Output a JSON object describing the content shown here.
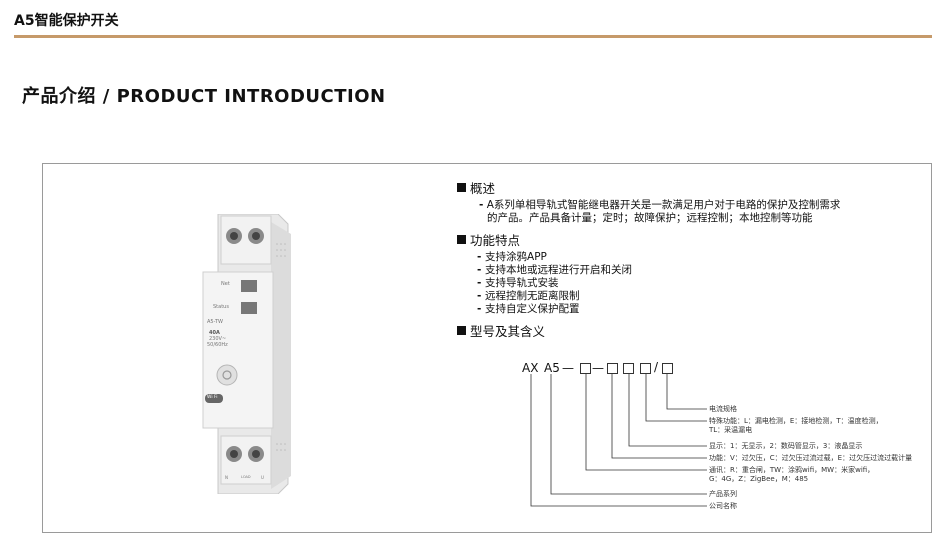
{
  "header": {
    "title": "A5智能保护开关"
  },
  "section": {
    "heading": "产品介绍 / PRODUCT INTRODUCTION"
  },
  "device": {
    "net_label": "Net",
    "status_label": "Status",
    "model_label": "A5-TW",
    "rating_current": "40A",
    "rating_voltage": "230V~",
    "rating_freq": "50/60Hz",
    "wifi_label": "Wi Fi",
    "bottom_left": "N",
    "bottom_mid": "LOAD",
    "bottom_right": "U"
  },
  "overview": {
    "title": "概述",
    "text_line1": "A系列单相导轨式智能继电器开关是一款满足用户对于电路的保护及控制需求",
    "text_line2": "的产品。产品具备计量；定时；故障保护；远程控制；本地控制等功能"
  },
  "features": {
    "title": "功能特点",
    "items": [
      "支持涂鸦APP",
      "支持本地或远程进行开启和关闭",
      "支持导轨式安装",
      "远程控制无距离限制",
      "支持自定义保护配置"
    ]
  },
  "model": {
    "title": "型号及其含义",
    "code_ax": "AX",
    "code_a5": "A5",
    "sep1": "—",
    "sep2": "—",
    "slash": "/",
    "notes": {
      "current": "电流规格",
      "special": "特殊功能：L：漏电检测，E：接地检测，T：温度检测，",
      "special2": "TL：采温漏电",
      "display": "显示：1：无显示，2：数码管显示，3：液晶显示",
      "function": "功能：V：过欠压，C：过欠压过流过载，E：过欠压过流过载计量",
      "comm": "通讯：R：重合闸，TW：涂鸦wifi，MW：米家wifi，",
      "comm2": "G：4G，Z：ZigBee，M：485",
      "series": "产品系列",
      "company": "公司名称"
    }
  }
}
